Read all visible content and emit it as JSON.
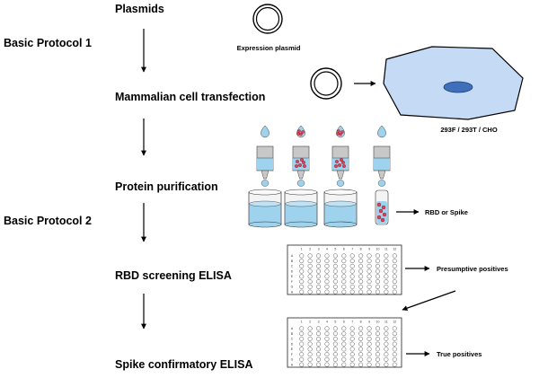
{
  "protocols": [
    {
      "label": "Basic Protocol 1"
    },
    {
      "label": "Basic Protocol 2"
    }
  ],
  "steps": [
    {
      "label": "Plasmids"
    },
    {
      "label": "Mammalian cell transfection"
    },
    {
      "label": "Protein purification"
    },
    {
      "label": "RBD screening ELISA"
    },
    {
      "label": "Spike confirmatory ELISA"
    }
  ],
  "illustrations": {
    "expression_plasmid_label": "Expression plasmid",
    "cell_lines_label": "293F / 293T / CHO",
    "purified_protein_label": "RBD or Spike",
    "screening_result_label": "Presumptive positives",
    "confirmatory_result_label": "True positives"
  },
  "plate": {
    "columns": [
      "1",
      "2",
      "3",
      "4",
      "5",
      "6",
      "7",
      "8",
      "9",
      "10",
      "11",
      "12"
    ],
    "rows": [
      "A",
      "B",
      "C",
      "D",
      "E",
      "F",
      "G",
      "H"
    ]
  },
  "colors": {
    "cell_fill": "#c5daf5",
    "nucleus": "#3f6fb8",
    "liquid": "#9fd2ec",
    "bead": "#d9435b",
    "column_gray": "#c8c8c8"
  }
}
